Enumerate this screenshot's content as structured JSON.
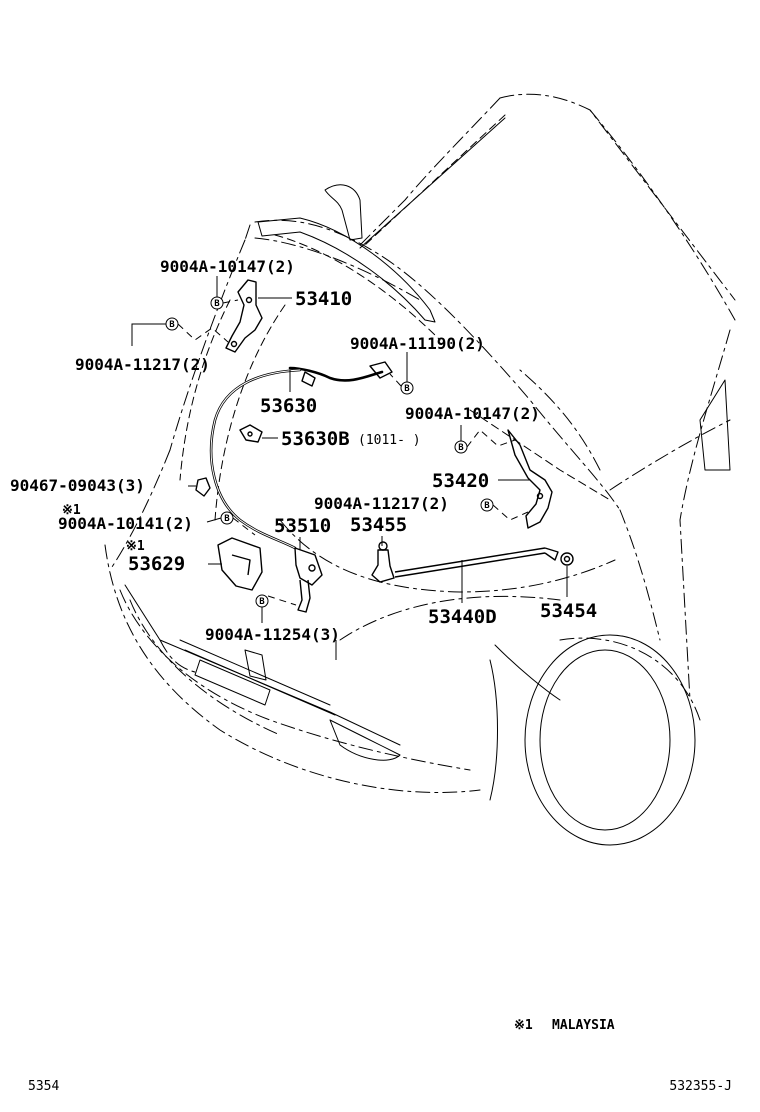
{
  "labels": {
    "p_90004a_10147_top": "9004A-10147(2)",
    "p_53410": "53410",
    "p_90004a_11217_left": "9004A-11217(2)",
    "p_90004a_11190": "9004A-11190(2)",
    "p_53630": "53630",
    "p_53630b": "53630B",
    "p_53630b_suffix": "(1011-    )",
    "p_90004a_10147_right": "9004A-10147(2)",
    "p_90467_09043": "90467-09043(3)",
    "p_53420": "53420",
    "note_mark_1": "※1",
    "p_90004a_10141": "9004A-10141(2)",
    "p_90004a_11217_right": "9004A-11217(2)",
    "p_53510": "53510",
    "p_53455": "53455",
    "note_mark_2": "※1",
    "p_53629": "53629",
    "p_53440d": "53440D",
    "p_53454": "53454",
    "p_90004a_11254": "9004A-11254(3)"
  },
  "bolt_symbol": "B",
  "footnote": {
    "mark": "※1",
    "text": "MALAYSIA"
  },
  "footer": {
    "left_code": "5354",
    "right_code": "532355-J"
  }
}
